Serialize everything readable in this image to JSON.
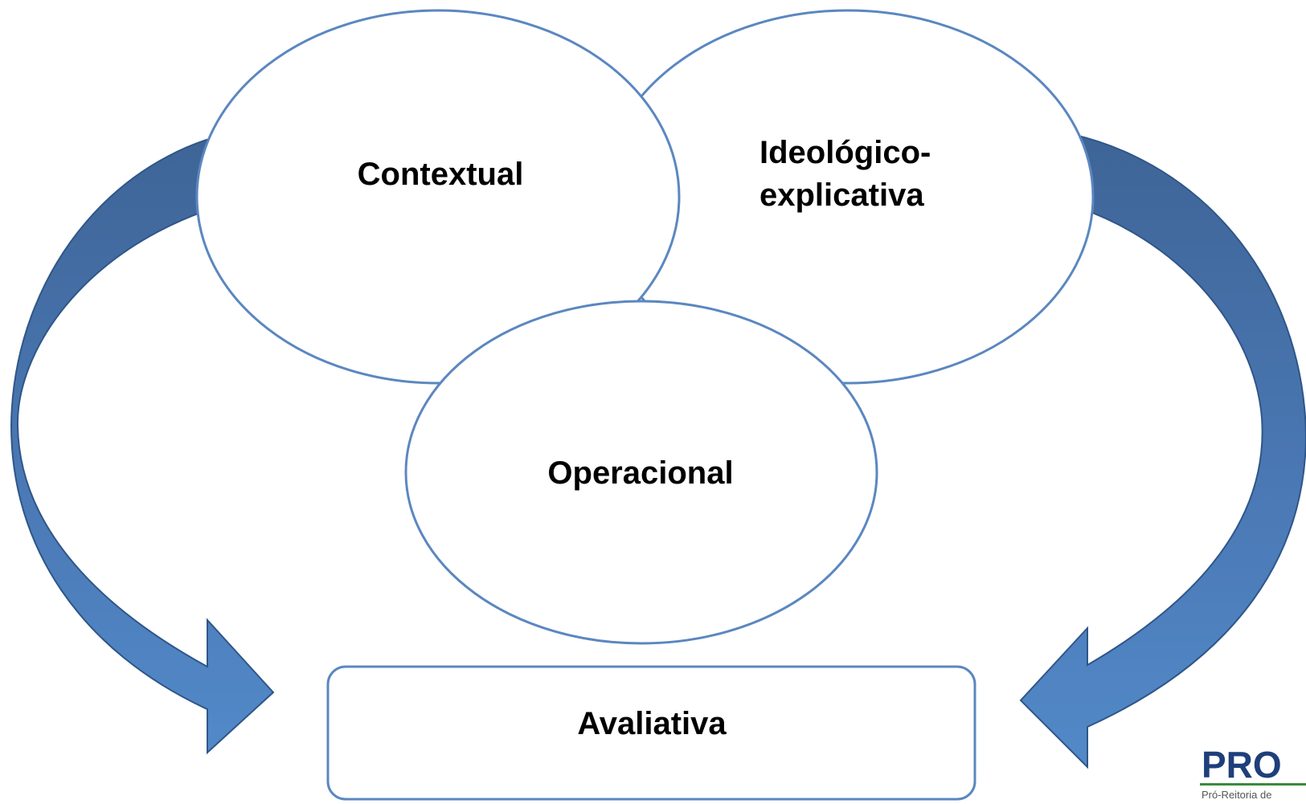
{
  "diagram": {
    "nodes": {
      "contextual": "Contextual",
      "ideologico_line1": "Ideológico-",
      "ideologico_line2": "explicativa",
      "operacional": "Operacional",
      "avaliativa": "Avaliativa"
    },
    "colors": {
      "outline": "#5b87c0",
      "arrow_dark": "#3e6496",
      "arrow_light": "#5085c4",
      "arrow_stroke": "#2f5688",
      "text": "#000000"
    }
  },
  "logo": {
    "main": "PRO",
    "sub": "Pró-Reitoria de",
    "color": "#1e3f7a"
  }
}
